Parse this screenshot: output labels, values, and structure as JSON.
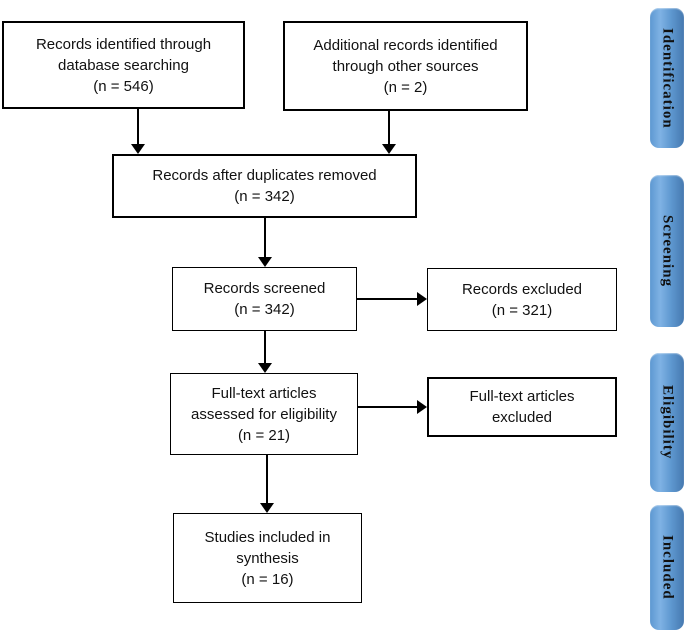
{
  "diagram": {
    "type": "prisma-flow",
    "boxes": {
      "identified_db": "Records identified through\ndatabase searching\n(n = 546)",
      "identified_other": "Additional records identified\nthrough other sources\n(n = 2)",
      "after_duplicates": "Records after duplicates removed\n(n = 342)",
      "screened": "Records screened\n(n = 342)",
      "records_excluded": "Records excluded\n(n = 321)",
      "fulltext_assessed": "Full-text articles\nassessed for eligibility\n(n = 21)",
      "fulltext_excluded": "Full-text articles\nexcluded",
      "included_synthesis": "Studies included in\nsynthesis\n(n = 16)"
    },
    "stages": [
      {
        "label": "Identification"
      },
      {
        "label": "Screening"
      },
      {
        "label": "Eligibility"
      },
      {
        "label": "Included"
      }
    ],
    "colors": {
      "box_fill": "#ffffff",
      "box_border": "#000000",
      "arrow": "#000000",
      "stage_gradient_light": "#7fb2e4",
      "stage_gradient_mid": "#5d98d1",
      "stage_gradient_dark": "#4679b0",
      "stage_text": "#111111"
    }
  }
}
